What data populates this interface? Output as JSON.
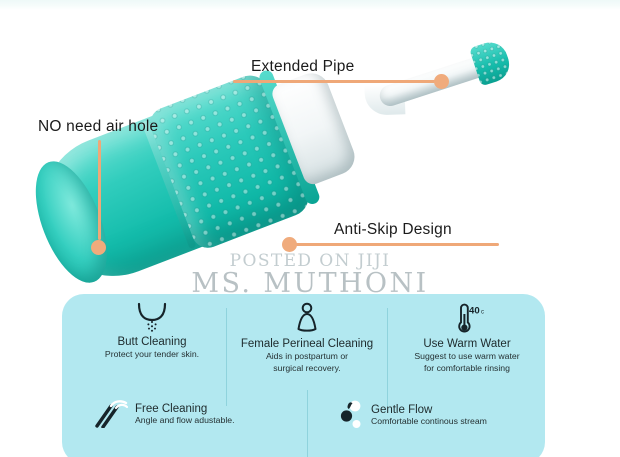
{
  "image": {
    "kind": "product-infographic",
    "background_color": "#ffffff",
    "accent_color": "#efa878",
    "panel_color": "#b2e8f0",
    "product_color": "#17c0af"
  },
  "product": {
    "name": "teal silicone perineal irrigation bottle with extended pipe",
    "parts": {
      "bulb": "bulb-body",
      "grip": "textured anti-skip grip",
      "neck": "white neck",
      "pipe": "white extended pipe with teal textured tip"
    }
  },
  "callouts": [
    {
      "id": "no-air-hole",
      "label": "NO need air hole",
      "leader": "vertical",
      "dot": "bottom"
    },
    {
      "id": "extended-pipe",
      "label": "Extended Pipe",
      "leader": "horizontal",
      "dot": "right"
    },
    {
      "id": "anti-skip-design",
      "label": "Anti-Skip Design",
      "leader": "horizontal",
      "dot": "left"
    }
  ],
  "watermarks": {
    "line1": "POSTED ON JIJI",
    "line2": "MS. MUTHONI"
  },
  "panel": {
    "features_top": [
      {
        "icon": "butt-cleaning-icon",
        "title": "Butt Cleaning",
        "subtitle": "Protect your tender skin."
      },
      {
        "icon": "female-person-icon",
        "title": "Female Perineal Cleaning",
        "subtitle_line1": "Aids in postpartum or",
        "subtitle_line2": "surgical recovery."
      },
      {
        "icon": "thermometer-icon",
        "icon_label": "40c",
        "title": "Use Warm Water",
        "subtitle_line1": "Suggest to use warm water",
        "subtitle_line2": "for comfortable rinsing"
      }
    ],
    "features_bottom": [
      {
        "icon": "nozzle-flow-icon",
        "title": "Free Cleaning",
        "subtitle": "Angle and flow adustable."
      },
      {
        "icon": "water-drops-icon",
        "title": "Gentle Flow",
        "subtitle": "Comfortable continous stream"
      }
    ]
  }
}
